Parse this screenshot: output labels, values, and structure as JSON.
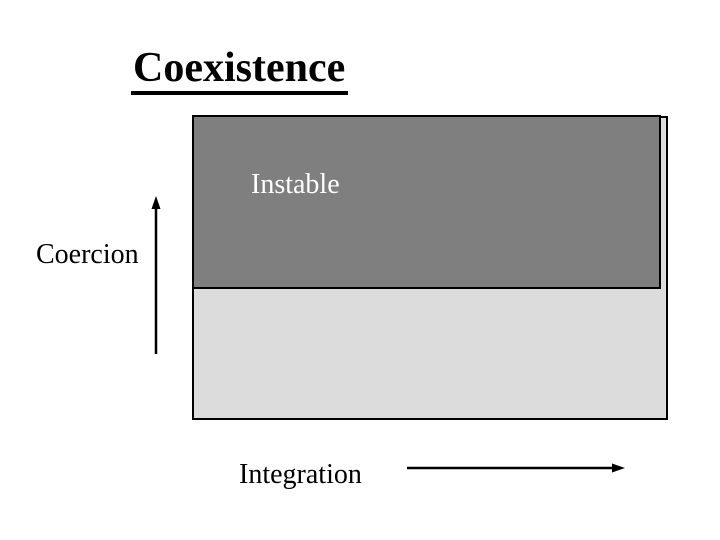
{
  "slide": {
    "title": "Coexistence"
  },
  "diagram": {
    "regions": {
      "instable": {
        "label": "Instable"
      }
    },
    "axes": {
      "vertical": {
        "label": "Coercion",
        "direction": "up"
      },
      "horizontal": {
        "label": "Integration",
        "direction": "right"
      }
    }
  },
  "colors": {
    "background": "#ffffff",
    "title_text": "#000000",
    "label_text": "#000000",
    "instable_fill": "#7f7f7f",
    "instable_text": "#ffffff",
    "lower_fill": "#dcdcdc",
    "box_border": "#000000",
    "arrow": "#000000"
  }
}
